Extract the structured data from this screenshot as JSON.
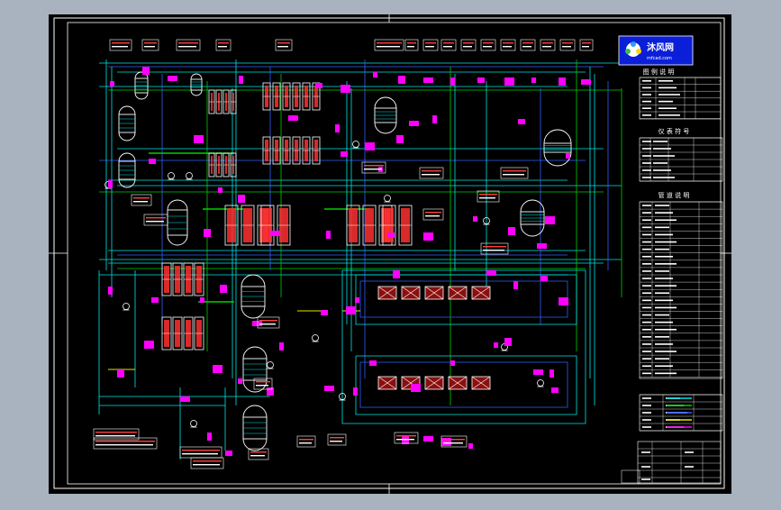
{
  "logo": {
    "name": "沐风网",
    "url": "mfcad.com"
  },
  "panels": {
    "legend_title": "图 例 说 明",
    "instrument_title": "仪 表 符 号",
    "pipe_title": "管 道 说 明"
  },
  "colors": {
    "background": "#000000",
    "page": "#a9b3bf",
    "frame": "#ffffff",
    "pipe_cyan": "#00e5e5",
    "pipe_blue": "#2f5fff",
    "pipe_green": "#00d000",
    "pipe_yellow": "#e5e500",
    "label_magenta": "#ff00ff",
    "equipment": "#ffffff",
    "logo_box": "#0b1fd8"
  }
}
